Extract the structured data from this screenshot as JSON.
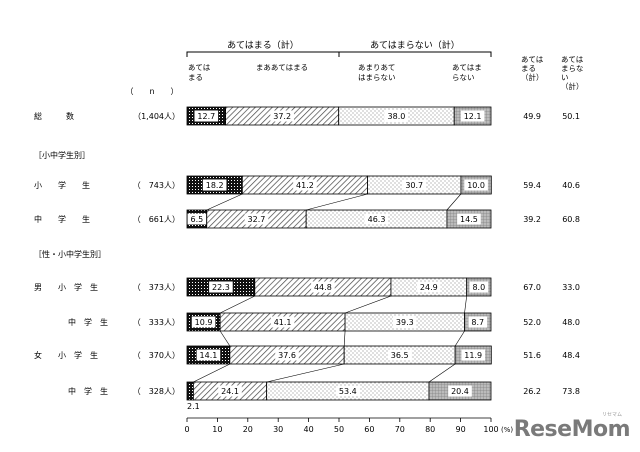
{
  "chart_data": {
    "type": "bar",
    "stacked": true,
    "orientation": "horizontal",
    "group_headers": {
      "agree_total": "あてはまる（計）",
      "disagree_total": "あてはまらない（計）"
    },
    "segment_labels": [
      "あてはまる",
      "まああてはまる",
      "あまりあてはまらない",
      "あてはまらない"
    ],
    "n_label": "（　　n　　）",
    "right_headers": [
      "あてはまる（計）",
      "あてはまらない（計）"
    ],
    "section_headers": [
      "［小中学生別］",
      "［性・小中学生別］"
    ],
    "rows": [
      {
        "label": "総　　　数",
        "n": "（1,404人）",
        "values": [
          12.7,
          37.2,
          38.0,
          12.1
        ],
        "agree": "49.9",
        "disagree": "50.1"
      },
      {
        "label": "小　　学　　生",
        "n": "（　743人）",
        "values": [
          18.2,
          41.2,
          30.7,
          10.0
        ],
        "agree": "59.4",
        "disagree": "40.6"
      },
      {
        "label": "中　　学　　生",
        "n": "（　661人）",
        "values": [
          6.5,
          32.7,
          46.3,
          14.5
        ],
        "agree": "39.2",
        "disagree": "60.8"
      },
      {
        "label": "男　　小　学　生",
        "n": "（　373人）",
        "values": [
          22.3,
          44.8,
          24.9,
          8.0
        ],
        "agree": "67.0",
        "disagree": "33.0"
      },
      {
        "label": "中　学　生",
        "n": "（　333人）",
        "values": [
          10.9,
          41.1,
          39.3,
          8.7
        ],
        "agree": "52.0",
        "disagree": "48.0"
      },
      {
        "label": "女　　小　学　生",
        "n": "（　370人）",
        "values": [
          14.1,
          37.6,
          36.5,
          11.9
        ],
        "agree": "51.6",
        "disagree": "48.4"
      },
      {
        "label": "中　学　生",
        "n": "（　328人）",
        "values": [
          2.1,
          24.1,
          53.4,
          20.4
        ],
        "agree": "26.2",
        "disagree": "73.8"
      }
    ],
    "xlim": [
      0,
      100
    ],
    "xticks": [
      0,
      10,
      20,
      30,
      40,
      50,
      60,
      70,
      80,
      90,
      100
    ],
    "x_unit": "(%)",
    "grid": false
  },
  "watermark": "ReseMom",
  "watermark_sub": "リセマム"
}
